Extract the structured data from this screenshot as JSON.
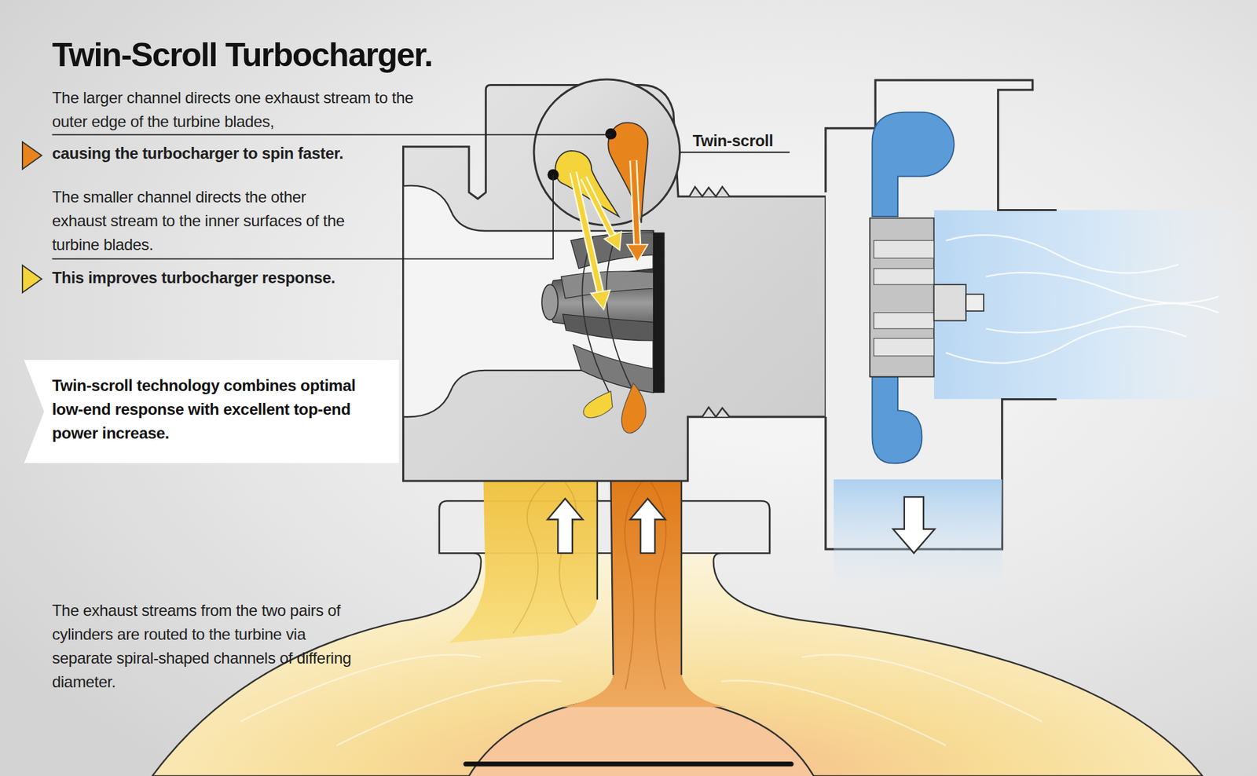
{
  "diagram": {
    "title": "Twin-Scroll Turbocharger.",
    "nodes": [
      {
        "text": [
          "Twin-scroll technology combines optimal low-end response with excellent top-end power increase."
        ]
      }
    ],
    "labels": [
      "The larger channel directs one exhaust stream to the outer edge of the turbine blades,",
      "causing the turbocharger to spin faster.",
      "The smaller channel directs the other exhaust stream to the inner surfaces of the turbine blades.",
      "This improves turbocharger response.",
      "Twin-scroll",
      "The exhaust streams from the two pairs of cylinders are routed to the turbine via separate spiral-shaped channels of differing diameter."
    ]
  }
}
